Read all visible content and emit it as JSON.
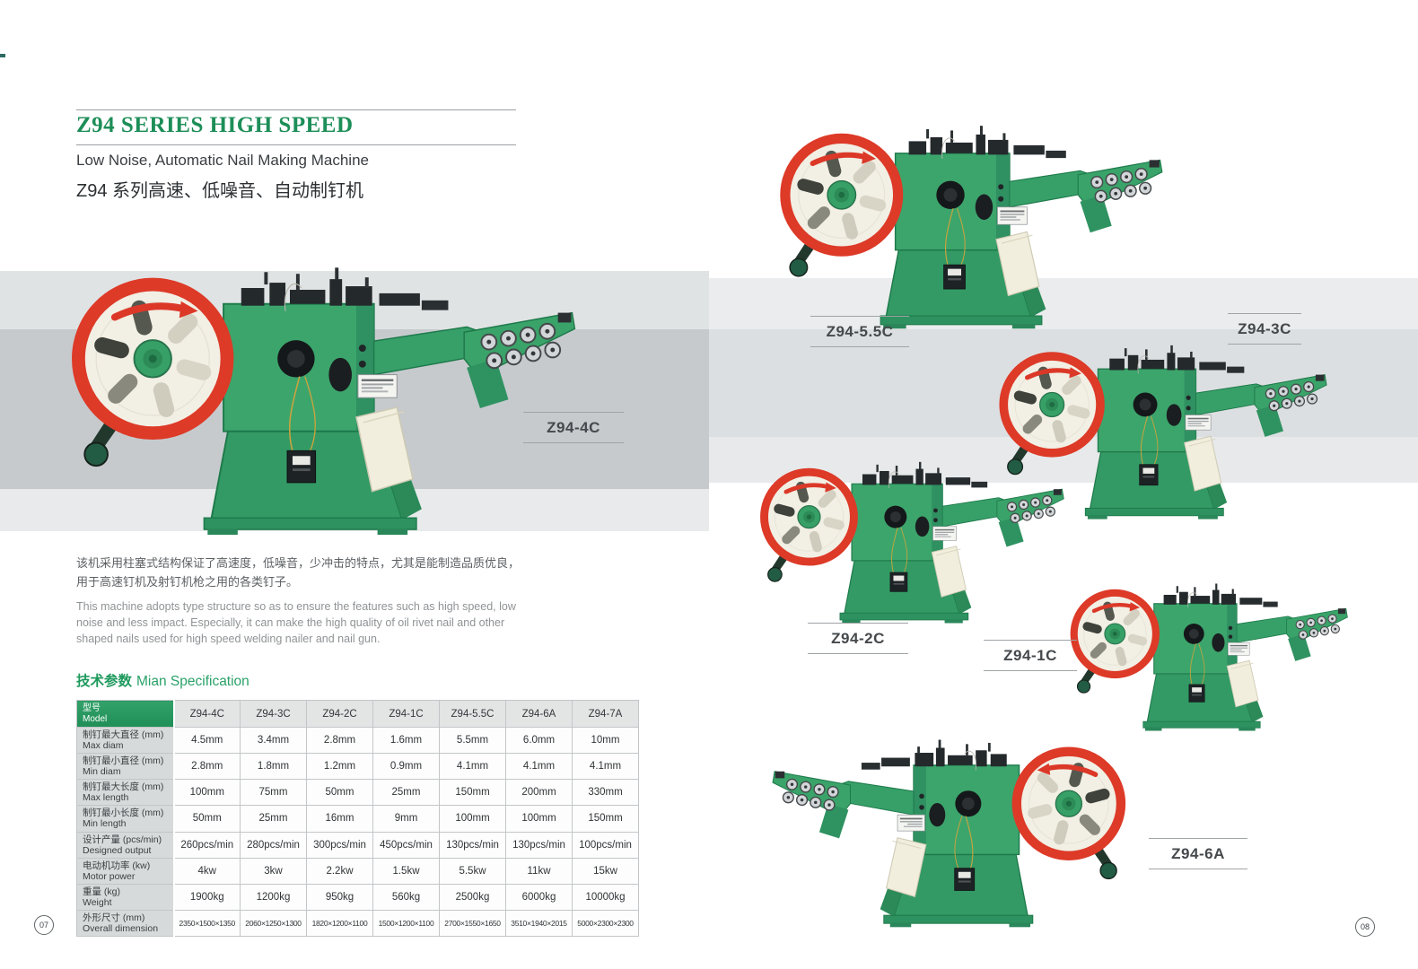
{
  "header": {
    "title": "Z94 SERIES HIGH SPEED",
    "subtitle_en": "Low Noise, Automatic Nail Making Machine",
    "subtitle_zh": "Z94 系列高速、低噪音、自动制钉机"
  },
  "description": {
    "zh": "该机采用柱塞式结构保证了高速度，低噪音，少冲击的特点，尤其是能制造品质优良，用于高速钉机及射钉机枪之用的各类钉子。",
    "en": "This machine adopts type structure so as to ensure the features such as high speed, low noise and less impact. Especially, it can make the high quality of oil rivet nail and other shaped nails used for high speed welding nailer and nail gun."
  },
  "spec": {
    "section_title_zh": "技术参数",
    "section_title_en": "Mian Specification",
    "table": {
      "model_header_zh": "型号",
      "model_header_en": "Model",
      "models": [
        "Z94-4C",
        "Z94-3C",
        "Z94-2C",
        "Z94-1C",
        "Z94-5.5C",
        "Z94-6A",
        "Z94-7A"
      ],
      "rows": [
        {
          "label_zh": "制钉最大直径 (mm)",
          "label_en": "Max diam",
          "values": [
            "4.5mm",
            "3.4mm",
            "2.8mm",
            "1.6mm",
            "5.5mm",
            "6.0mm",
            "10mm"
          ]
        },
        {
          "label_zh": "制钉最小直径 (mm)",
          "label_en": "Min diam",
          "values": [
            "2.8mm",
            "1.8mm",
            "1.2mm",
            "0.9mm",
            "4.1mm",
            "4.1mm",
            "4.1mm"
          ]
        },
        {
          "label_zh": "制钉最大长度 (mm)",
          "label_en": "Max length",
          "values": [
            "100mm",
            "75mm",
            "50mm",
            "25mm",
            "150mm",
            "200mm",
            "330mm"
          ]
        },
        {
          "label_zh": "制钉最小长度 (mm)",
          "label_en": "Min length",
          "values": [
            "50mm",
            "25mm",
            "16mm",
            "9mm",
            "100mm",
            "100mm",
            "150mm"
          ]
        },
        {
          "label_zh": "设计产量 (pcs/min)",
          "label_en": "Designed output",
          "values": [
            "260pcs/min",
            "280pcs/min",
            "300pcs/min",
            "450pcs/min",
            "130pcs/min",
            "130pcs/min",
            "100pcs/min"
          ]
        },
        {
          "label_zh": "电动机功率 (kw)",
          "label_en": "Motor power",
          "values": [
            "4kw",
            "3kw",
            "2.2kw",
            "1.5kw",
            "5.5kw",
            "11kw",
            "15kw"
          ]
        },
        {
          "label_zh": "重量 (kg)",
          "label_en": "Weight",
          "values": [
            "1900kg",
            "1200kg",
            "950kg",
            "560kg",
            "2500kg",
            "6000kg",
            "10000kg"
          ]
        },
        {
          "label_zh": "外形尺寸 (mm)",
          "label_en": "Overall dimension",
          "values": [
            "2350×1500×1350",
            "2060×1250×1300",
            "1820×1200×1100",
            "1500×1200×1100",
            "2700×1550×1650",
            "3510×1940×2015",
            "5000×2300×2300"
          ]
        }
      ]
    }
  },
  "machines": [
    {
      "label": "Z94-4C"
    },
    {
      "label": "Z94-5.5C"
    },
    {
      "label": "Z94-3C"
    },
    {
      "label": "Z94-2C"
    },
    {
      "label": "Z94-1C"
    },
    {
      "label": "Z94-6A"
    }
  ],
  "page": {
    "left_number": "07",
    "right_number": "08"
  },
  "colors": {
    "accent_green": "#1f9a5e",
    "title_green": "#1d8e58",
    "table_header_green": "#2c9c62",
    "machine_green": "#3ca56c",
    "wheel_red": "#dd3a28",
    "wheel_cream": "#f2efe4",
    "band_dark_gray": "#c6cacd",
    "band_light_gray": "#e0e3e4"
  }
}
